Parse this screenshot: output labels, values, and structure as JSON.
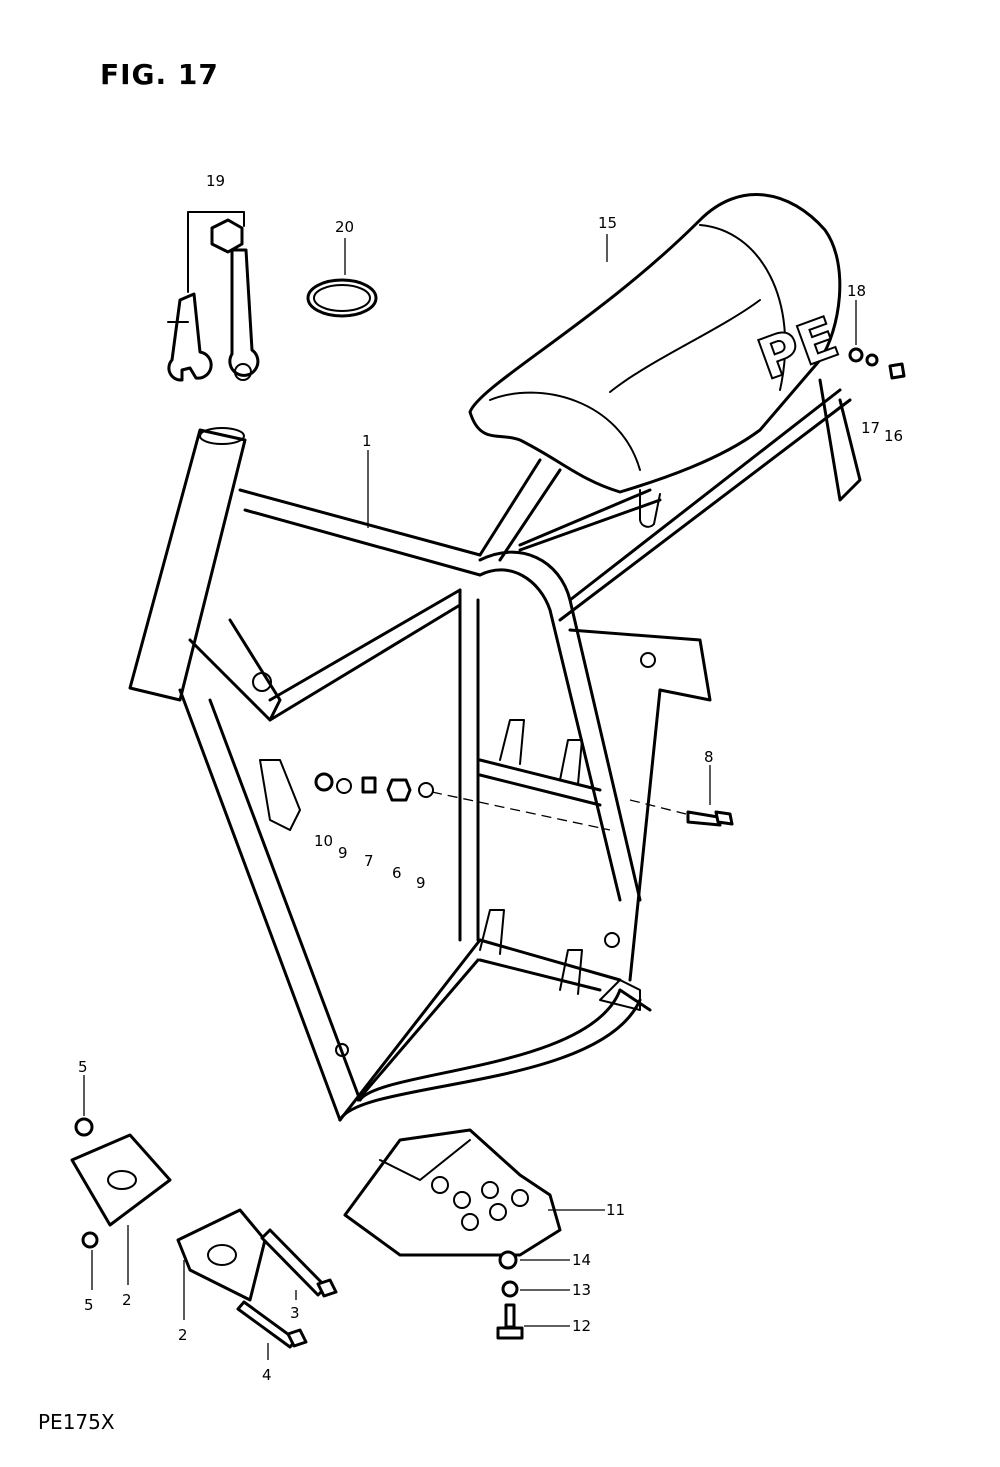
{
  "figure": {
    "title": "FIG. 17",
    "model": "PE175X"
  },
  "callouts": {
    "c1": "1",
    "c2a": "2",
    "c2b": "2",
    "c3": "3",
    "c4": "4",
    "c5a": "5",
    "c5b": "5",
    "c6": "6",
    "c7": "7",
    "c8": "8",
    "c9a": "9",
    "c9b": "9",
    "c10": "10",
    "c11": "11",
    "c12": "12",
    "c13": "13",
    "c14": "14",
    "c15": "15",
    "c16": "16",
    "c17": "17",
    "c18": "18",
    "c19": "19",
    "c20": "20"
  },
  "seat_logo": "PE"
}
